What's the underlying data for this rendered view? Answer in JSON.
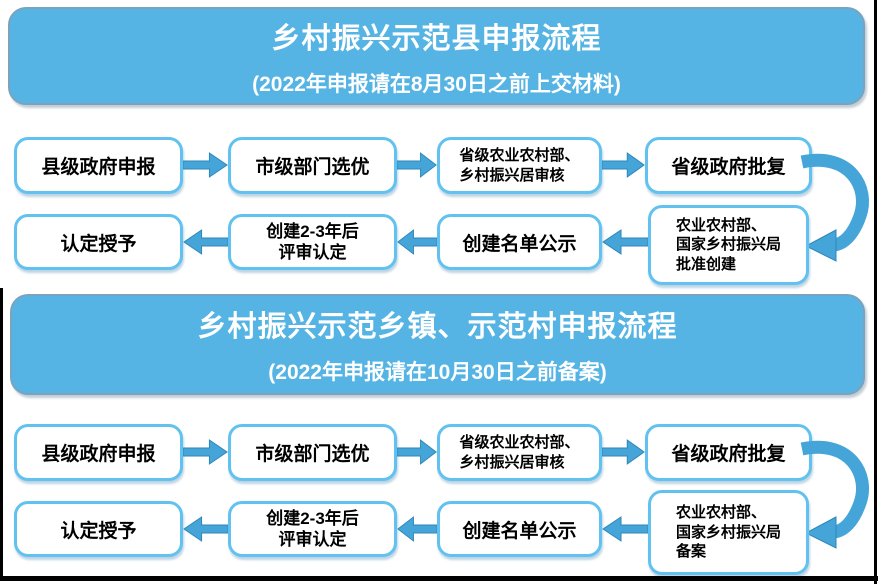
{
  "colors": {
    "banner_bg": "#56B4E4",
    "banner_text": "#FFFFFF",
    "box_border": "#62C2EF",
    "arrow_fill": "#45A5D9",
    "frame_line": "#000000"
  },
  "sections": [
    {
      "title": "乡村振兴示范县申报流程",
      "subtitle": "(2022年申报请在8月30日之前上交材料)",
      "top_row": [
        "县级政府申报",
        "市级部门选优",
        "省级农业农村部、\n乡村振兴居审核",
        "省级政府批复"
      ],
      "bottom_row": [
        "农业农村部、\n国家乡村振兴局\n批准创建",
        "创建名单公示",
        "创建2-3年后\n评审认定",
        "认定授予"
      ]
    },
    {
      "title": "乡村振兴示范乡镇、示范村申报流程",
      "subtitle": "(2022年申报请在10月30日之前备案)",
      "top_row": [
        "县级政府申报",
        "市级部门选优",
        "省级农业农村部、\n乡村振兴居审核",
        "省级政府批复"
      ],
      "bottom_row": [
        "农业农村部、\n国家乡村振兴局\n备案",
        "创建名单公示",
        "创建2-3年后\n评审认定",
        "认定授予"
      ]
    }
  ]
}
